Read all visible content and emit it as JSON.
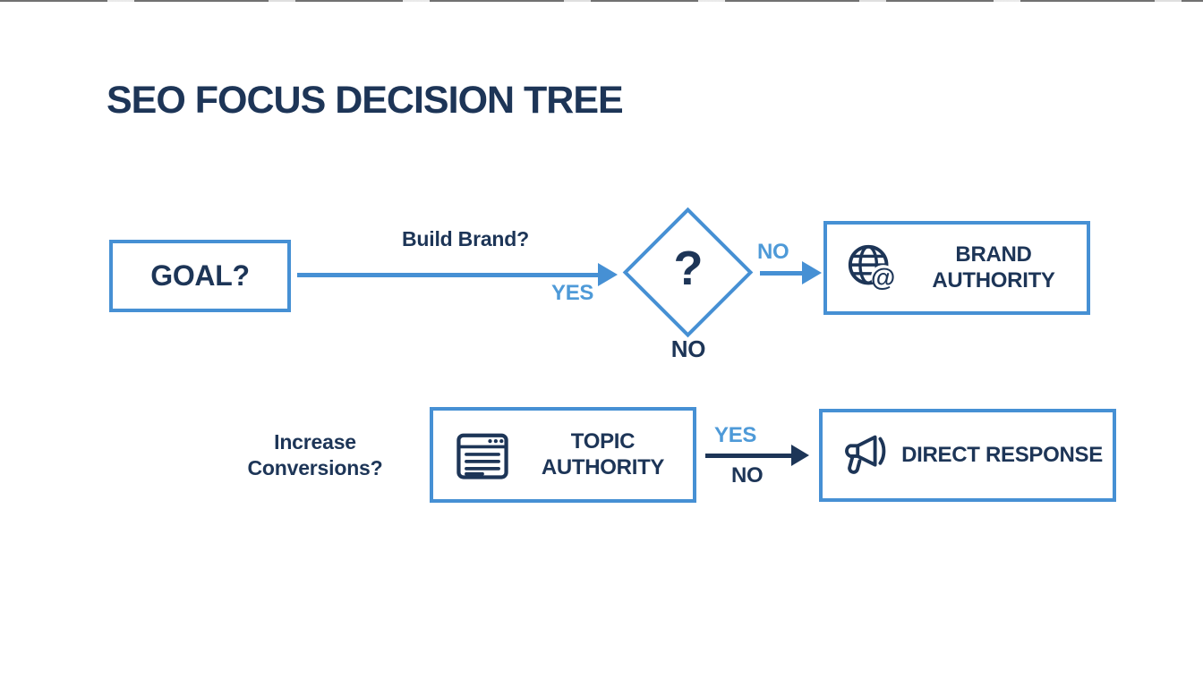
{
  "header": {
    "title": "SEO FOCUS DECISION TREE"
  },
  "colors": {
    "navy_text": "#1d3557",
    "blue_accent": "#4690d4",
    "label_blue": "#4e9ad8",
    "background": "#ffffff"
  },
  "flow": {
    "goal": {
      "label": "GOAL?"
    },
    "edge_goal_to_decision": {
      "question": "Build Brand?",
      "label_yes": "YES"
    },
    "decision": {
      "symbol": "?",
      "label_no_below": "NO"
    },
    "edge_decision_to_brand": {
      "label_no": "NO"
    },
    "brand_authority": {
      "icon": "globe-at-icon",
      "label_line1": "BRAND",
      "label_line2": "AUTHORITY"
    },
    "question_conversions": {
      "line1": "Increase",
      "line2": "Conversions?"
    },
    "topic_authority": {
      "icon": "browser-window-icon",
      "label_line1": "TOPIC",
      "label_line2": "AUTHORITY"
    },
    "edge_topic_to_direct": {
      "label_yes": "YES",
      "label_no": "NO"
    },
    "direct_response": {
      "icon": "megaphone-icon",
      "label": "DIRECT RESPONSE"
    }
  }
}
